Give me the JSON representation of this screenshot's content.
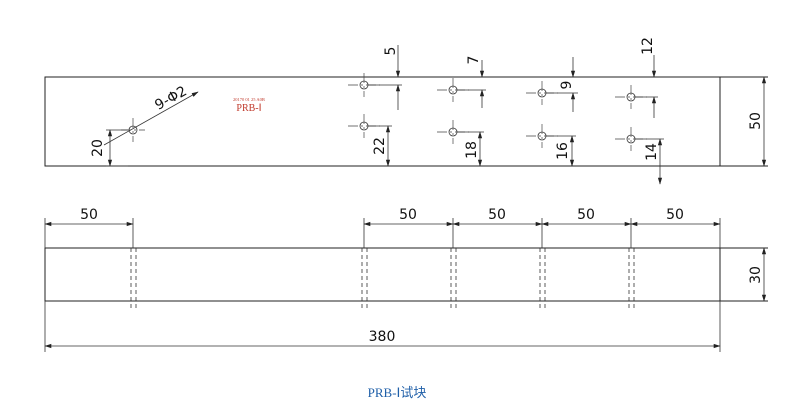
{
  "top_view": {
    "marking_small": "20170 01 25 A0B",
    "marking_main": "PRB-Ⅰ",
    "hole_callout": "9-Φ2",
    "dim_20": "20",
    "dim_50_height": "50",
    "depths_top": [
      "5",
      "7",
      "9",
      "12"
    ],
    "depths_bottom": [
      "22",
      "18",
      "16",
      "14"
    ]
  },
  "front_view": {
    "spacing": [
      "50",
      "50",
      "50",
      "50",
      "50"
    ],
    "height": "30",
    "length": "380"
  },
  "caption": "PRB-Ⅰ试块",
  "colors": {
    "line": "#222222",
    "marking": "#c0392b",
    "caption": "#1f5fa8"
  }
}
